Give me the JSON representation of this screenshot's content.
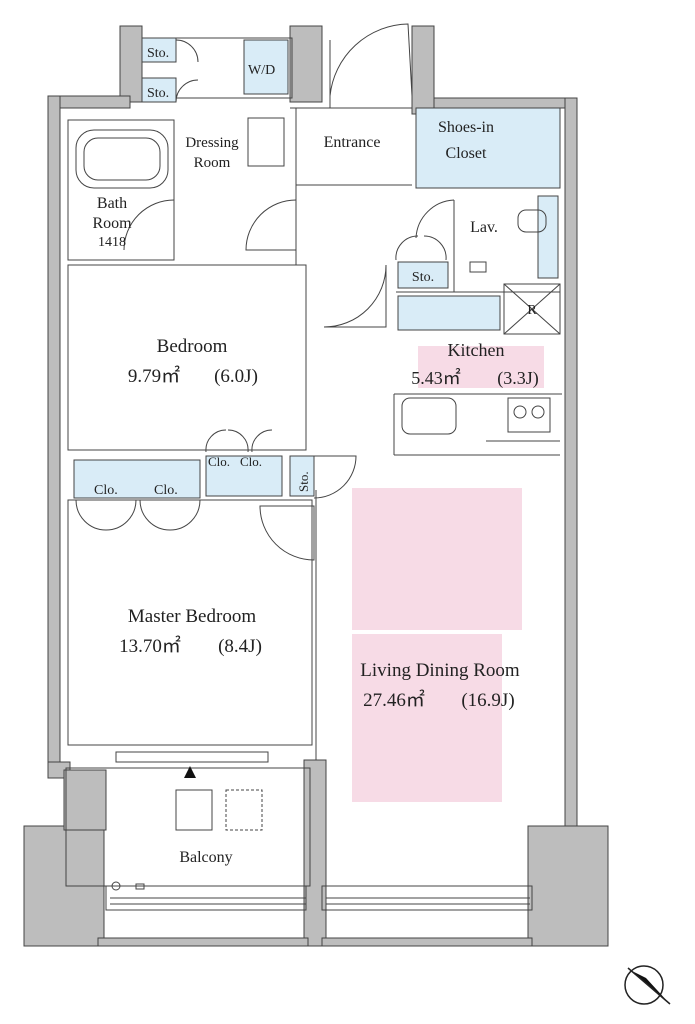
{
  "rooms": {
    "sto_top": "Sto.",
    "sto_mid": "Sto.",
    "wd": "W/D",
    "dressing_line1": "Dressing",
    "dressing_line2": "Room",
    "entrance": "Entrance",
    "shoes_line1": "Shoes-in",
    "shoes_line2": "Closet",
    "bath_line1": "Bath",
    "bath_line2": "Room",
    "bath_size": "1418",
    "lav": "Lav.",
    "sto_kitchen": "Sto.",
    "fridge": "R",
    "kitchen_name": "Kitchen",
    "kitchen_area": "5.43㎡",
    "kitchen_jo": "(3.3J)",
    "bedroom_name": "Bedroom",
    "bedroom_area": "9.79㎡",
    "bedroom_jo": "(6.0J)",
    "clo_a": "Clo.",
    "clo_b": "Clo.",
    "clo_c": "Clo.",
    "clo_d": "Clo.",
    "sto_hall": "Sto.",
    "master_name": "Master Bedroom",
    "master_area": "13.70㎡",
    "master_jo": "(8.4J)",
    "living_name": "Living Dining Room",
    "living_area": "27.46㎡",
    "living_jo": "(16.9J)",
    "balcony": "Balcony"
  },
  "colors": {
    "wall": "#bdbdbd",
    "closet": "#d9ecf7",
    "highlight": "#f7dbe6"
  },
  "icons": [
    "compass-icon",
    "balcony-exit-arrow-icon"
  ]
}
